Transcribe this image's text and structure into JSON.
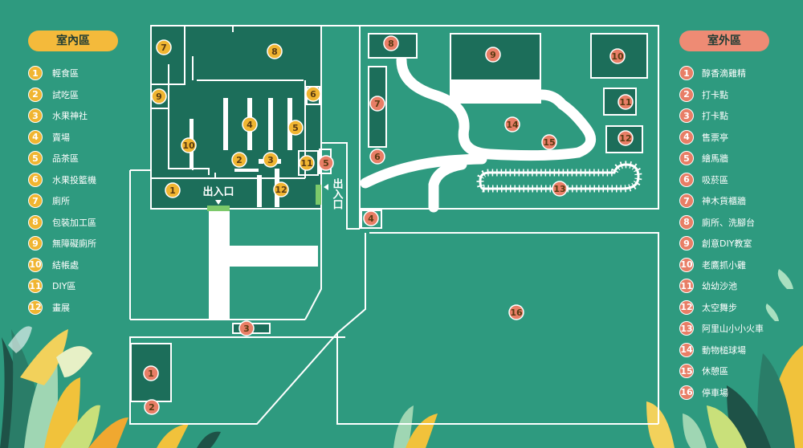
{
  "indoor_legend": {
    "title": "室內區",
    "items": [
      {
        "num": "1",
        "label": "輕食區"
      },
      {
        "num": "2",
        "label": "試吃區"
      },
      {
        "num": "3",
        "label": "水果神社"
      },
      {
        "num": "4",
        "label": "賣場"
      },
      {
        "num": "5",
        "label": "品茶區"
      },
      {
        "num": "6",
        "label": "水果投籃機"
      },
      {
        "num": "7",
        "label": "廁所"
      },
      {
        "num": "8",
        "label": "包裝加工區"
      },
      {
        "num": "9",
        "label": "無障礙廁所"
      },
      {
        "num": "10",
        "label": "結帳處"
      },
      {
        "num": "11",
        "label": "DIY區"
      },
      {
        "num": "12",
        "label": "畫展"
      }
    ]
  },
  "outdoor_legend": {
    "title": "室外區",
    "items": [
      {
        "num": "1",
        "label": "醇香滴雞精"
      },
      {
        "num": "2",
        "label": "打卡點"
      },
      {
        "num": "3",
        "label": "打卡點"
      },
      {
        "num": "4",
        "label": "售票亭"
      },
      {
        "num": "5",
        "label": "繪馬牆"
      },
      {
        "num": "6",
        "label": "吸菸區"
      },
      {
        "num": "7",
        "label": "神木貨櫃牆"
      },
      {
        "num": "8",
        "label": "廁所、洗腳台"
      },
      {
        "num": "9",
        "label": "創意DIY教室"
      },
      {
        "num": "10",
        "label": "老鷹抓小雞"
      },
      {
        "num": "11",
        "label": "幼幼沙池"
      },
      {
        "num": "12",
        "label": "太空舞步"
      },
      {
        "num": "13",
        "label": "阿里山小小火車"
      },
      {
        "num": "14",
        "label": "動物槌球場"
      },
      {
        "num": "15",
        "label": "休憩區"
      },
      {
        "num": "16",
        "label": "停車場"
      }
    ]
  },
  "map": {
    "entrance_bottom": "出入口",
    "entrance_side": "出入口",
    "indoor_markers": [
      "1",
      "2",
      "3",
      "4",
      "5",
      "6",
      "7",
      "8",
      "9",
      "10",
      "11",
      "12"
    ],
    "outdoor_markers": [
      "1",
      "2",
      "3",
      "4",
      "5",
      "6",
      "7",
      "8",
      "9",
      "10",
      "11",
      "12",
      "13",
      "14",
      "15",
      "16"
    ]
  },
  "colors": {
    "background": "#2e9a7f",
    "building": "#1c6e5a",
    "indoor_badge": "#f0b531",
    "outdoor_badge": "#e87e66",
    "entrance_marker": "#7cc96a"
  }
}
